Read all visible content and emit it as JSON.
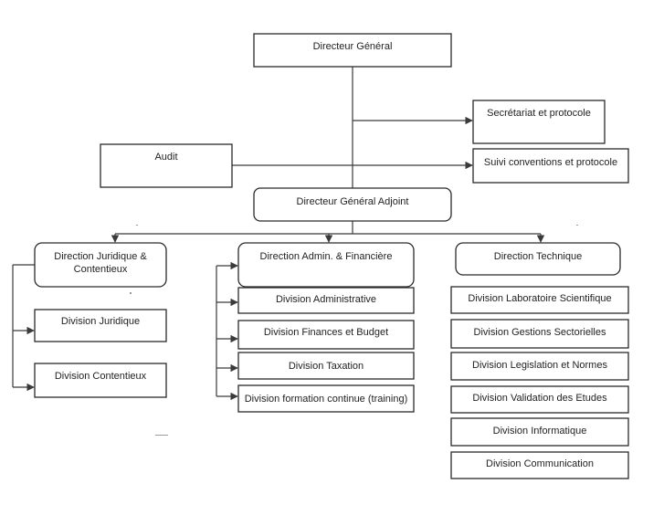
{
  "org_chart": {
    "top": {
      "directeur_general": "Directeur Général",
      "secretariat": "Secrétariat et protocole",
      "audit": "Audit",
      "suivi_conventions": "Suivi conventions et protocole",
      "directeur_general_adjoint": "Directeur Général Adjoint"
    },
    "juridique": {
      "head": [
        "Direction Juridique &",
        "Contentieux"
      ],
      "divisions": [
        "Division Juridique",
        "Division Contentieux"
      ]
    },
    "admin": {
      "head": "Direction Admin. & Financière",
      "divisions": [
        "Division Administrative",
        "Division Finances et Budget",
        "Division Taxation",
        "Division formation continue (training)"
      ]
    },
    "technique": {
      "head": "Direction Technique",
      "divisions": [
        "Division Laboratoire Scientifique",
        "Division Gestions Sectorielles",
        "Division Legislation et Normes",
        "Division Validation des Etudes",
        "Division Informatique",
        "Division Communication"
      ]
    }
  }
}
